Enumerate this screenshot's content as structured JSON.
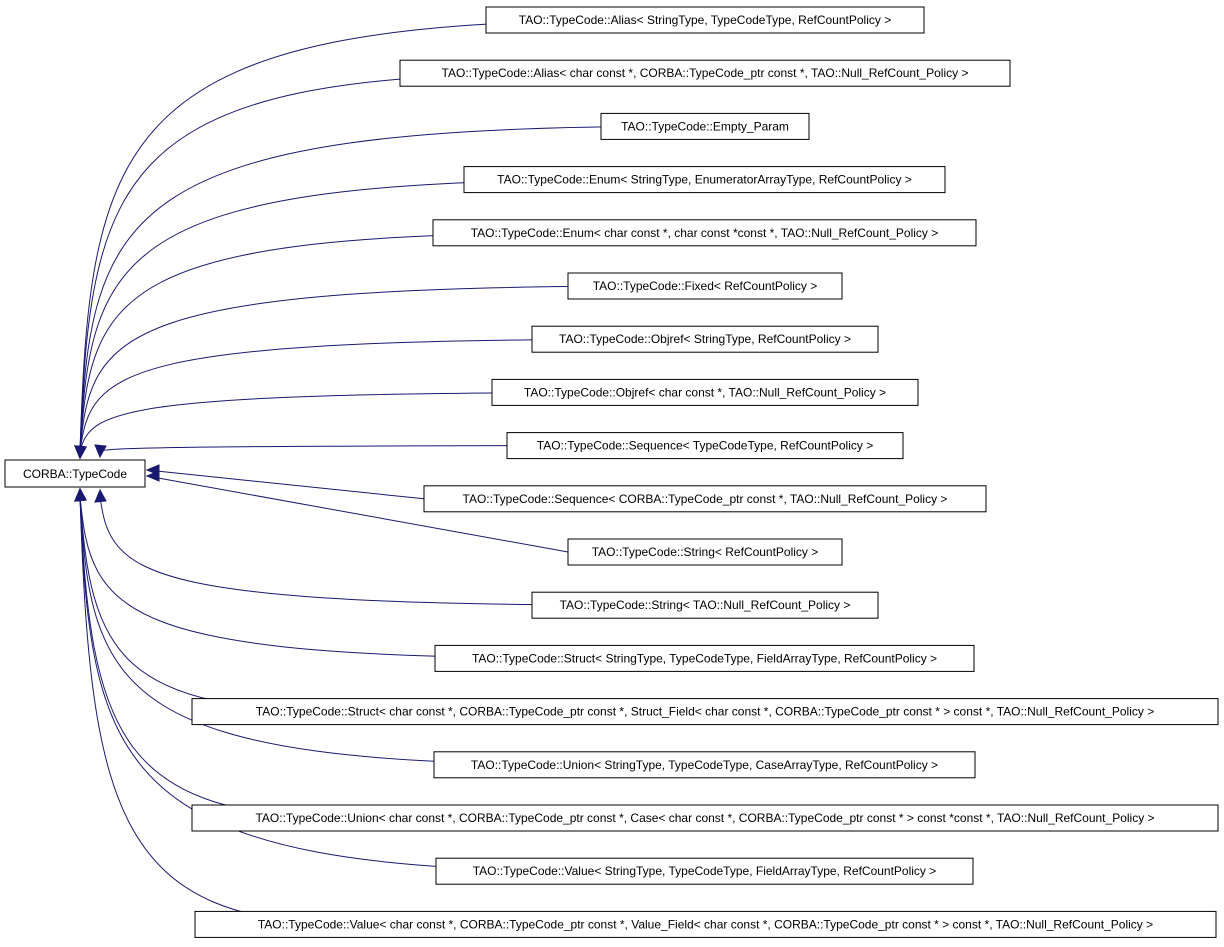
{
  "base": {
    "label": "CORBA::TypeCode"
  },
  "derived": [
    {
      "label": "TAO::TypeCode::Alias< StringType, TypeCodeType, RefCountPolicy >"
    },
    {
      "label": "TAO::TypeCode::Alias< char const *, CORBA::TypeCode_ptr const *, TAO::Null_RefCount_Policy >"
    },
    {
      "label": "TAO::TypeCode::Empty_Param"
    },
    {
      "label": "TAO::TypeCode::Enum< StringType, EnumeratorArrayType, RefCountPolicy >"
    },
    {
      "label": "TAO::TypeCode::Enum< char const *, char const *const *, TAO::Null_RefCount_Policy >"
    },
    {
      "label": "TAO::TypeCode::Fixed< RefCountPolicy >"
    },
    {
      "label": "TAO::TypeCode::Objref< StringType, RefCountPolicy >"
    },
    {
      "label": "TAO::TypeCode::Objref< char const *, TAO::Null_RefCount_Policy >"
    },
    {
      "label": "TAO::TypeCode::Sequence< TypeCodeType, RefCountPolicy >"
    },
    {
      "label": "TAO::TypeCode::Sequence< CORBA::TypeCode_ptr const *, TAO::Null_RefCount_Policy >"
    },
    {
      "label": "TAO::TypeCode::String< RefCountPolicy >"
    },
    {
      "label": "TAO::TypeCode::String< TAO::Null_RefCount_Policy >"
    },
    {
      "label": "TAO::TypeCode::Struct< StringType, TypeCodeType, FieldArrayType, RefCountPolicy >"
    },
    {
      "label": "TAO::TypeCode::Struct< char const *, CORBA::TypeCode_ptr const *, Struct_Field< char const *, CORBA::TypeCode_ptr const * > const *, TAO::Null_RefCount_Policy >"
    },
    {
      "label": "TAO::TypeCode::Union< StringType, TypeCodeType, CaseArrayType, RefCountPolicy >"
    },
    {
      "label": "TAO::TypeCode::Union< char const *, CORBA::TypeCode_ptr const *, Case< char const *, CORBA::TypeCode_ptr const * > const *const *, TAO::Null_RefCount_Policy >"
    },
    {
      "label": "TAO::TypeCode::Value< StringType, TypeCodeType, FieldArrayType, RefCountPolicy >"
    },
    {
      "label": "TAO::TypeCode::Value< char const *, CORBA::TypeCode_ptr const *, Value_Field< char const *, CORBA::TypeCode_ptr const * > const *, TAO::Null_RefCount_Policy >"
    }
  ],
  "colors": {
    "edge": "#191970",
    "box_border": "#000000",
    "background": "#ffffff"
  }
}
